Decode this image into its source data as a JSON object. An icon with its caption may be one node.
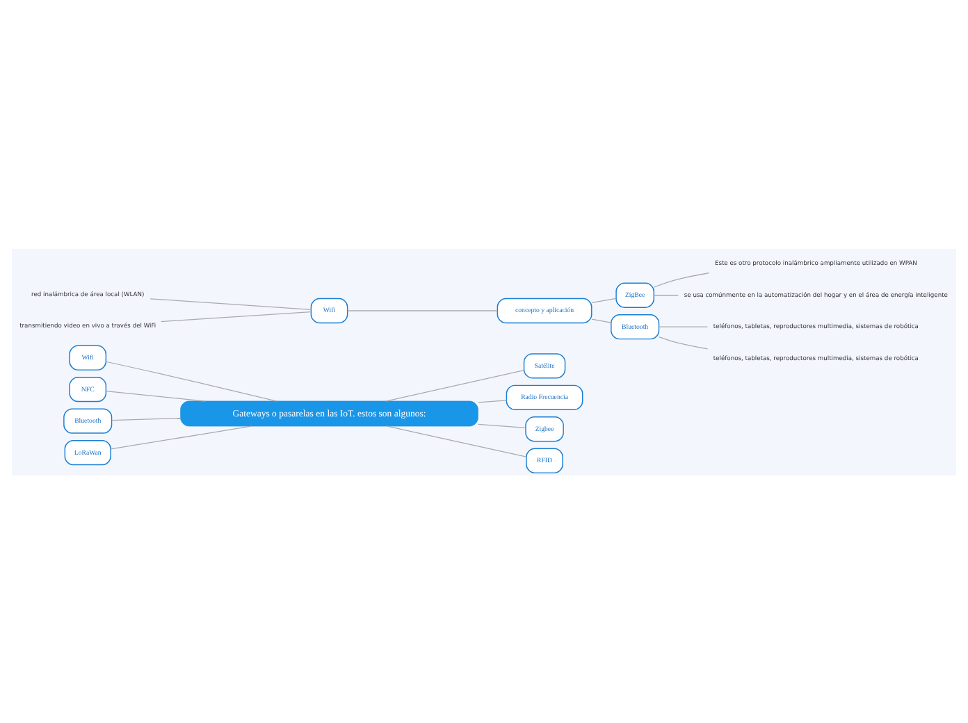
{
  "diagram": {
    "nodes": [
      {
        "text": [
          "Gateways o pasarelas en las IoT. estos son algunos:"
        ]
      },
      {
        "text": [
          "Wifi"
        ]
      },
      {
        "text": [
          "NFC"
        ]
      },
      {
        "text": [
          "Bluetooth"
        ]
      },
      {
        "text": [
          "LoRaWan"
        ]
      },
      {
        "text": [
          "Satélite"
        ]
      },
      {
        "text": [
          "Radio Frecuencia"
        ]
      },
      {
        "text": [
          "Zigbee"
        ]
      },
      {
        "text": [
          "RFID"
        ]
      },
      {
        "text": [
          "concepto y aplicación"
        ]
      },
      {
        "text": [
          "Wifi"
        ]
      },
      {
        "text": [
          "ZigBee"
        ]
      },
      {
        "text": [
          "Bluetooth"
        ]
      },
      {
        "text": [
          "red inalámbrica de área local (WLAN)"
        ]
      },
      {
        "text": [
          "transmitiendo video en vivo a través del WiFi"
        ]
      },
      {
        "text": [
          "Este es otro protocolo inalámbrico ampliamente utilizado en WPAN"
        ]
      },
      {
        "text": [
          "se usa comúnmente en la automatización del hogar y en el área de energía inteligente"
        ]
      },
      {
        "text": [
          "teléfonos, tabletas, reproductores multimedia, sistemas de robótica"
        ]
      },
      {
        "text": [
          "teléfonos, tabletas, reproductores multimedia, sistemas de robótica"
        ]
      }
    ],
    "edges": [
      {
        "from": 0,
        "to": 1,
        "arrow": "none"
      },
      {
        "from": 0,
        "to": 2,
        "arrow": "none"
      },
      {
        "from": 0,
        "to": 3,
        "arrow": "none"
      },
      {
        "from": 0,
        "to": 4,
        "arrow": "none"
      },
      {
        "from": 0,
        "to": 5,
        "arrow": "none"
      },
      {
        "from": 0,
        "to": 6,
        "arrow": "none"
      },
      {
        "from": 0,
        "to": 7,
        "arrow": "none"
      },
      {
        "from": 0,
        "to": 8,
        "arrow": "none"
      },
      {
        "from": 9,
        "to": 10,
        "arrow": "none"
      },
      {
        "from": 9,
        "to": 11,
        "arrow": "none"
      },
      {
        "from": 9,
        "to": 12,
        "arrow": "none"
      },
      {
        "from": 10,
        "to": 13,
        "arrow": "none"
      },
      {
        "from": 10,
        "to": 14,
        "arrow": "none"
      },
      {
        "from": 11,
        "to": 15,
        "arrow": "none"
      },
      {
        "from": 11,
        "to": 16,
        "arrow": "none"
      },
      {
        "from": 12,
        "to": 17,
        "arrow": "none"
      },
      {
        "from": 12,
        "to": 18,
        "arrow": "none"
      }
    ]
  }
}
